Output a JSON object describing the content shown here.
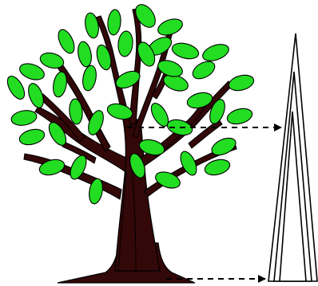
{
  "diagram": {
    "subject": "tree-and-triangular-model",
    "colors": {
      "leaf_fill": "#22dd22",
      "leaf_stroke": "#000000",
      "trunk_fill": "#330808",
      "trunk_stroke": "#000000",
      "arrow": "#000000",
      "triangle_stroke": "#000000",
      "background": "#ffffff"
    },
    "nested_triangles_count": 3,
    "arrows": [
      {
        "from": "tree-trunk-mid",
        "to": "inner-triangle-apex",
        "style": "dashed"
      },
      {
        "from": "tree-base",
        "to": "triangle-base",
        "style": "dashed"
      }
    ]
  }
}
